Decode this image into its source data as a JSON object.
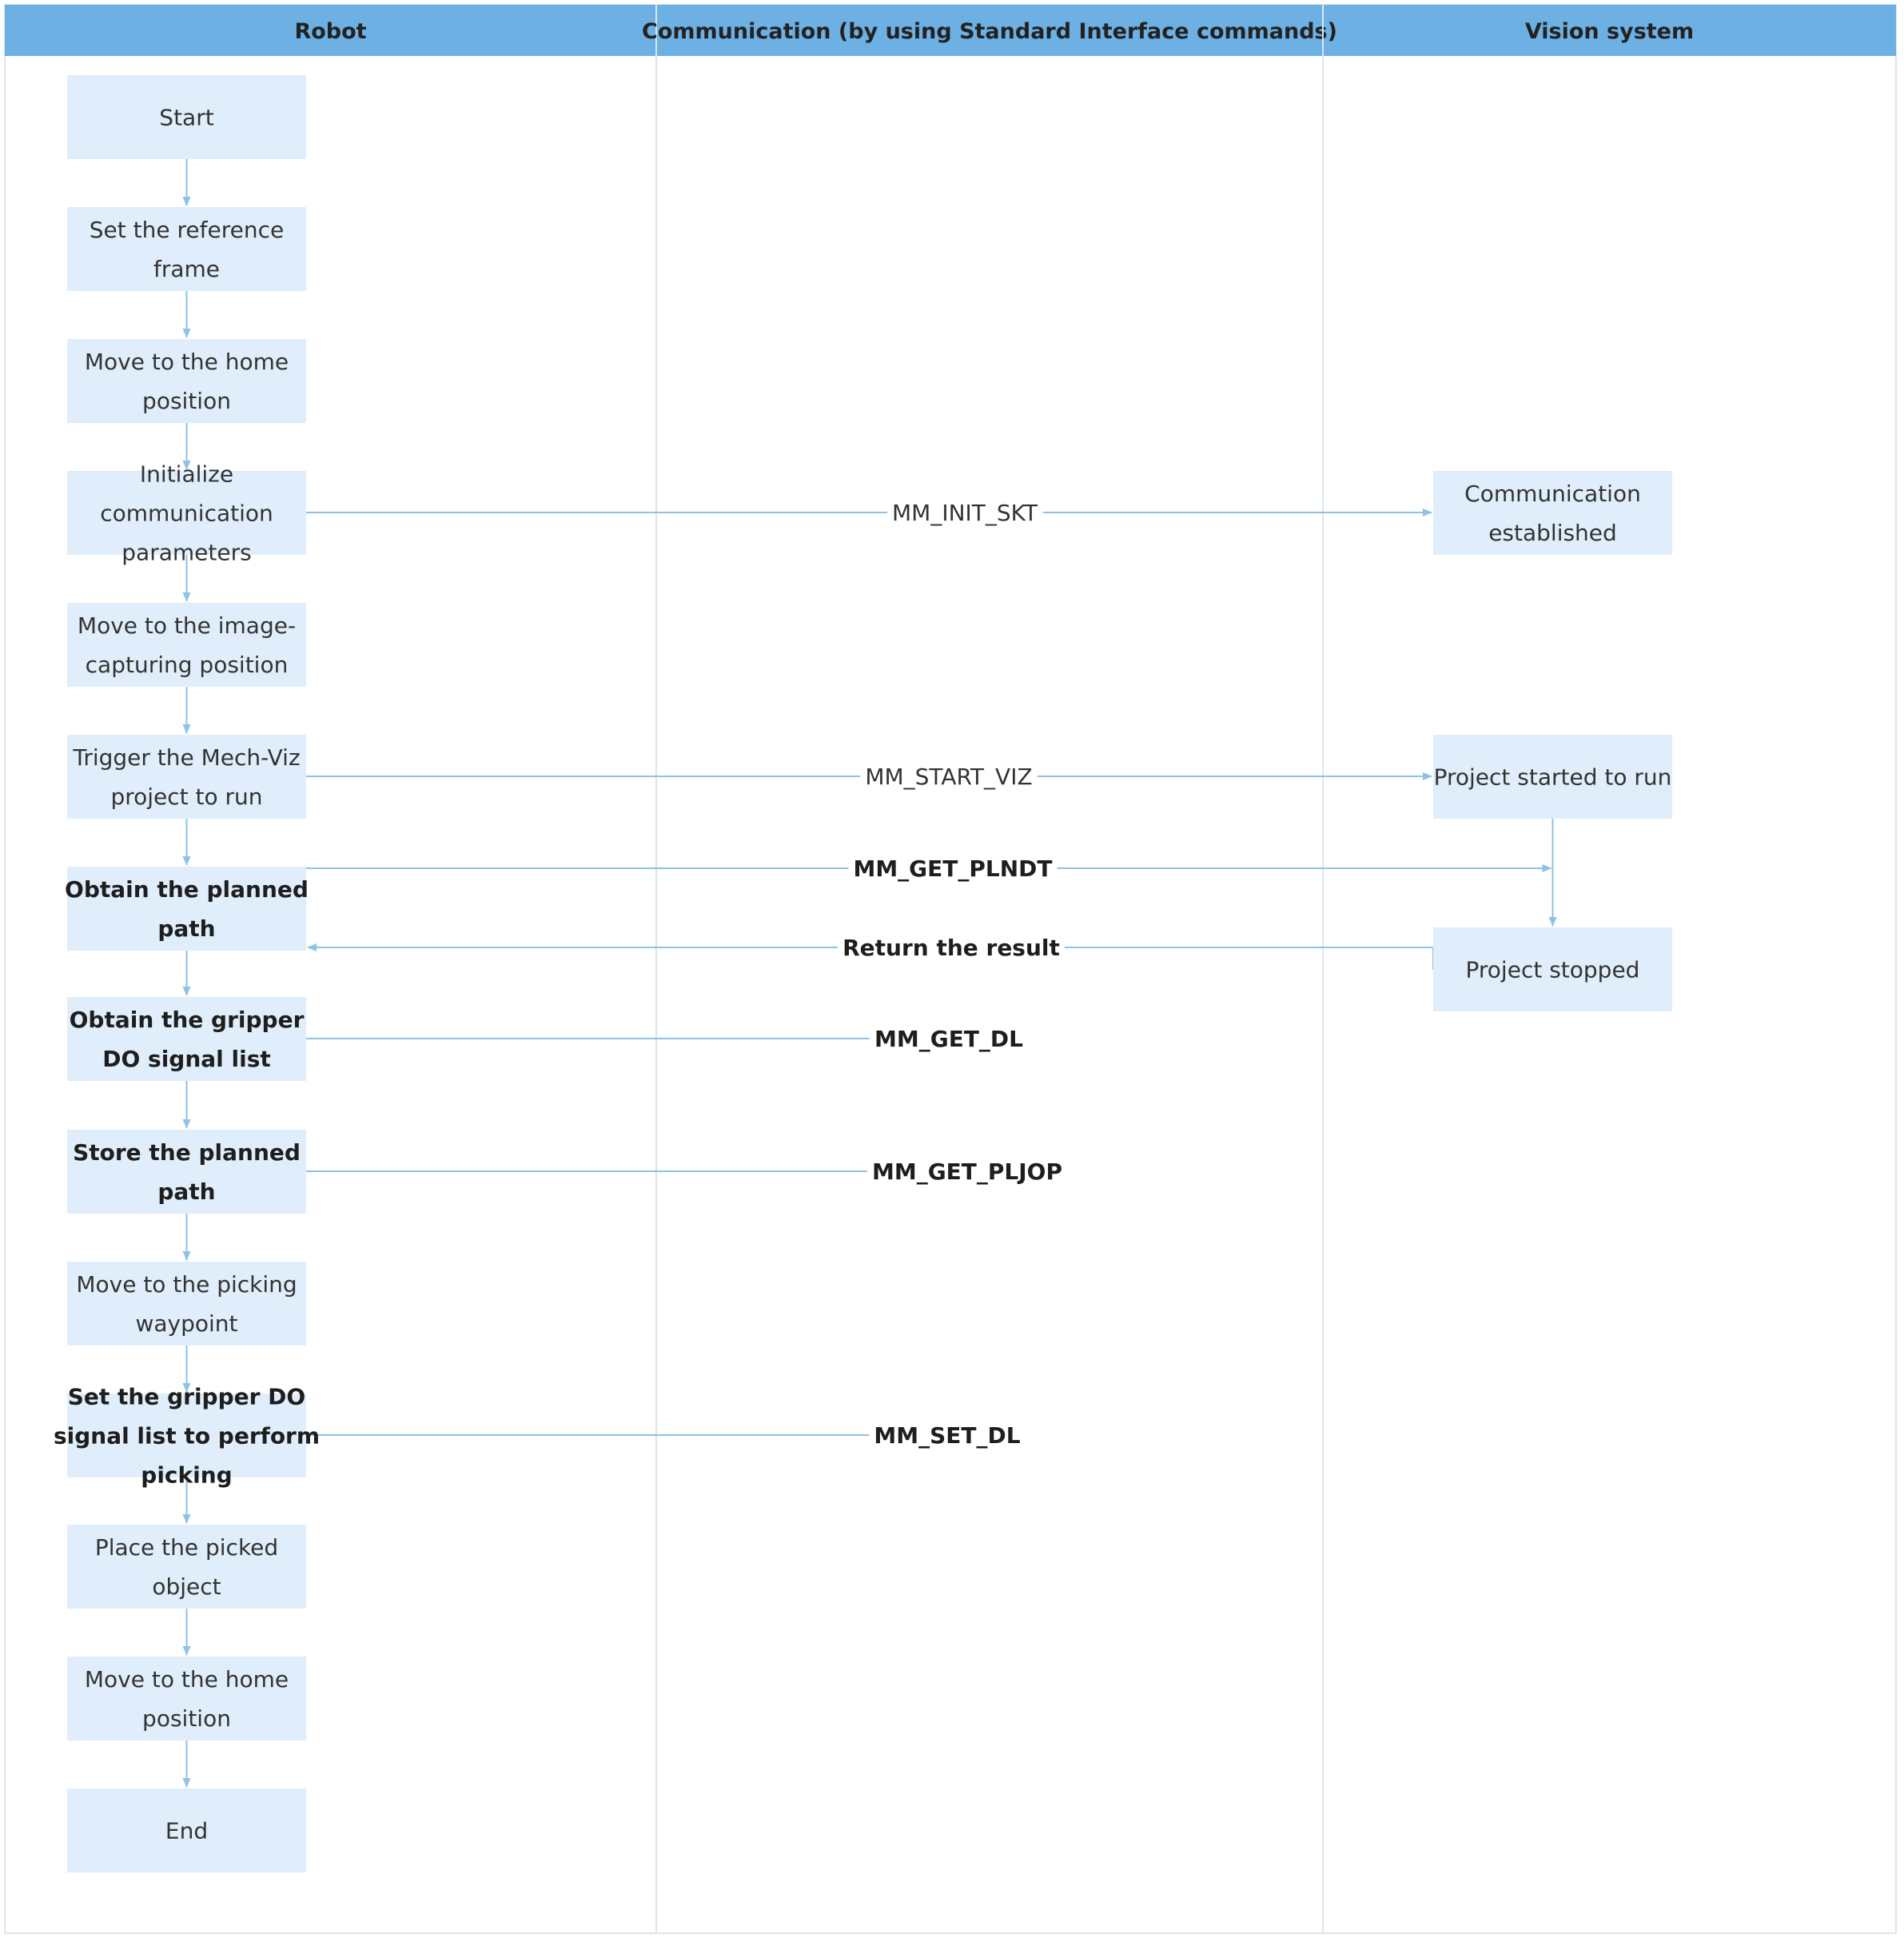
{
  "lanes": [
    {
      "id": "robot",
      "title": "Robot"
    },
    {
      "id": "comm",
      "title": "Communication (by using Standard Interface commands)"
    },
    {
      "id": "vision",
      "title": "Vision system"
    }
  ],
  "colors": {
    "header_fill": "#6cb0e4",
    "box_fill": "#dfeefa",
    "connector": "#8fc2e4"
  },
  "robot_steps": [
    {
      "id": "start",
      "lines": [
        "Start"
      ],
      "bold": false
    },
    {
      "id": "set-reference-frame",
      "lines": [
        "Set the reference",
        "frame"
      ],
      "bold": false
    },
    {
      "id": "move-home-1",
      "lines": [
        "Move to the home",
        "position"
      ],
      "bold": false
    },
    {
      "id": "init-comm",
      "lines": [
        "Initialize",
        "communication",
        "parameters"
      ],
      "bold": false
    },
    {
      "id": "move-image-capture",
      "lines": [
        "Move to the image-",
        "capturing position"
      ],
      "bold": false
    },
    {
      "id": "trigger-mechviz",
      "lines": [
        "Trigger the Mech-Viz",
        "project to run"
      ],
      "bold": false
    },
    {
      "id": "obtain-planned-path",
      "lines": [
        "Obtain the planned",
        "path"
      ],
      "bold": true
    },
    {
      "id": "obtain-do-list",
      "lines": [
        "Obtain the gripper",
        "DO signal list"
      ],
      "bold": true
    },
    {
      "id": "store-planned-path",
      "lines": [
        "Store the planned",
        "path"
      ],
      "bold": true
    },
    {
      "id": "move-picking-waypoint",
      "lines": [
        "Move to the picking",
        "waypoint"
      ],
      "bold": false
    },
    {
      "id": "set-do-list",
      "lines": [
        "Set the gripper DO",
        "signal list to perform",
        "picking"
      ],
      "bold": true
    },
    {
      "id": "place-object",
      "lines": [
        "Place the picked",
        "object"
      ],
      "bold": false
    },
    {
      "id": "move-home-2",
      "lines": [
        "Move to the home",
        "position"
      ],
      "bold": false
    },
    {
      "id": "end",
      "lines": [
        "End"
      ],
      "bold": false
    }
  ],
  "vision_steps": [
    {
      "id": "comm-established",
      "lines": [
        "Communication",
        "established"
      ],
      "bold": false
    },
    {
      "id": "project-started",
      "lines": [
        "Project started to run"
      ],
      "bold": false
    },
    {
      "id": "project-stopped",
      "lines": [
        "Project stopped"
      ],
      "bold": false
    }
  ],
  "messages": [
    {
      "id": "mm-init-skt",
      "label": "MM_INIT_SKT",
      "bold": false
    },
    {
      "id": "mm-start-viz",
      "label": "MM_START_VIZ",
      "bold": false
    },
    {
      "id": "mm-get-plndt",
      "label": "MM_GET_PLNDT",
      "bold": true
    },
    {
      "id": "return-result",
      "label": "Return the result",
      "bold": true
    },
    {
      "id": "mm-get-dl",
      "label": "MM_GET_DL",
      "bold": true
    },
    {
      "id": "mm-get-pljop",
      "label": "MM_GET_PLJOP",
      "bold": true
    },
    {
      "id": "mm-set-dl",
      "label": "MM_SET_DL",
      "bold": true
    }
  ]
}
